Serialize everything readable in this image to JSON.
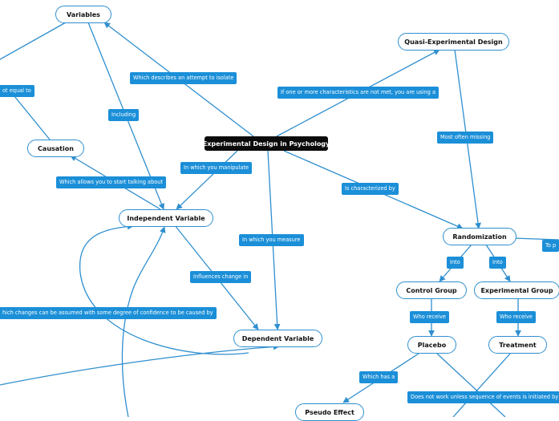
{
  "nodes": {
    "variables": "Variables",
    "quasi": "Quasi-Experimental Design",
    "center": "Experimental Design in Psychology",
    "causation": "Causation",
    "independent": "Independent Variable",
    "dependent": "Dependent Variable",
    "randomization": "Randomization",
    "control_group": "Control Group",
    "experimental_group": "Experimental Group",
    "placebo": "Placebo",
    "treatment": "Treatment",
    "pseudo_effect": "Pseudo Effect"
  },
  "labels": {
    "not_equal": "ot equal to",
    "isolate": "Which describes an attempt to isolate",
    "characteristics": "If one or more characteristics are not met, you are using a",
    "including": "Including",
    "most_often_missing": "Most often missing",
    "start_talking": "Which allows you to start talking about",
    "manipulate": "In which you manipulate",
    "characterized": "Is characterized by",
    "to_p": "To p",
    "measure": "In which you measure",
    "into_1": "Into",
    "into_2": "Into",
    "influences": "Influences change in",
    "which_changes": "hich changes can be assumed with some degree of confidence to be caused by",
    "who_receive_1": "Who receive",
    "who_receive_2": "Who receive",
    "which_has": "Which has a",
    "does_not_work": "Does not work unless sequence of events is initiated by"
  },
  "colors": {
    "line": "#2f8fcf",
    "label_bg": "#1b8fd8",
    "center_bg": "#0b0b0b"
  }
}
